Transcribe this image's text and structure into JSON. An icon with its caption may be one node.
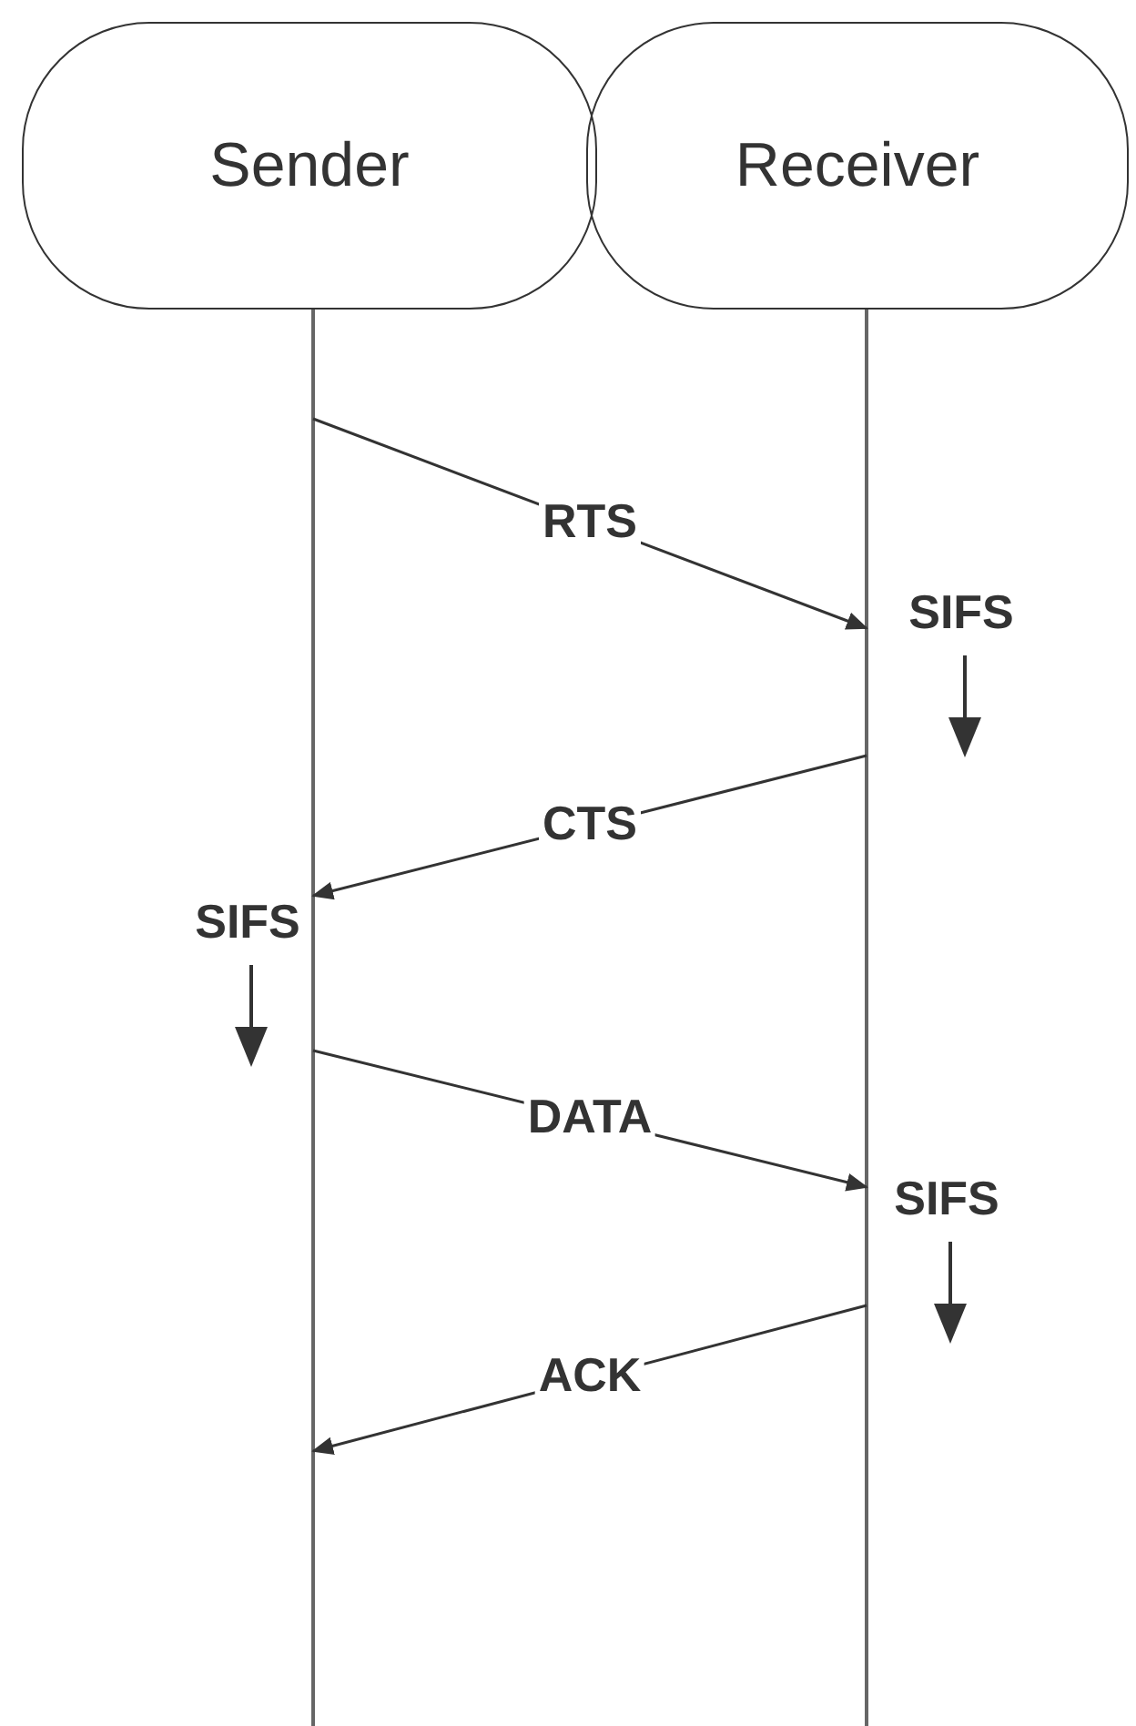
{
  "diagram": {
    "nodes": [
      {
        "text": [
          "Sender"
        ]
      },
      {
        "text": [
          "Receiver"
        ]
      }
    ],
    "edges": [
      {
        "from": 0,
        "to": 1,
        "arrow": "to",
        "label": "RTS"
      },
      {
        "from": 1,
        "to": 0,
        "arrow": "to",
        "label": "CTS"
      },
      {
        "from": 0,
        "to": 1,
        "arrow": "to",
        "label": "DATA"
      },
      {
        "from": 1,
        "to": 0,
        "arrow": "to",
        "label": "ACK"
      }
    ],
    "labels": [
      "SIFS",
      "SIFS",
      "SIFS"
    ]
  }
}
